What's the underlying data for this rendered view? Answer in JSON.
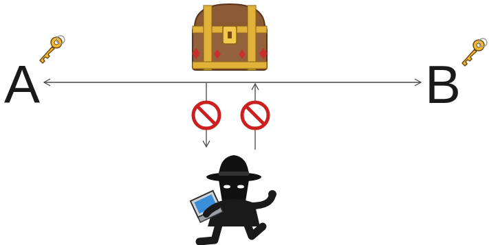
{
  "diagram": {
    "nodes": [
      {
        "text": [
          "A"
        ]
      },
      {
        "text": [
          "B"
        ]
      }
    ],
    "edges": [
      {
        "from": 0,
        "to": 1,
        "arrow": "both"
      }
    ]
  }
}
